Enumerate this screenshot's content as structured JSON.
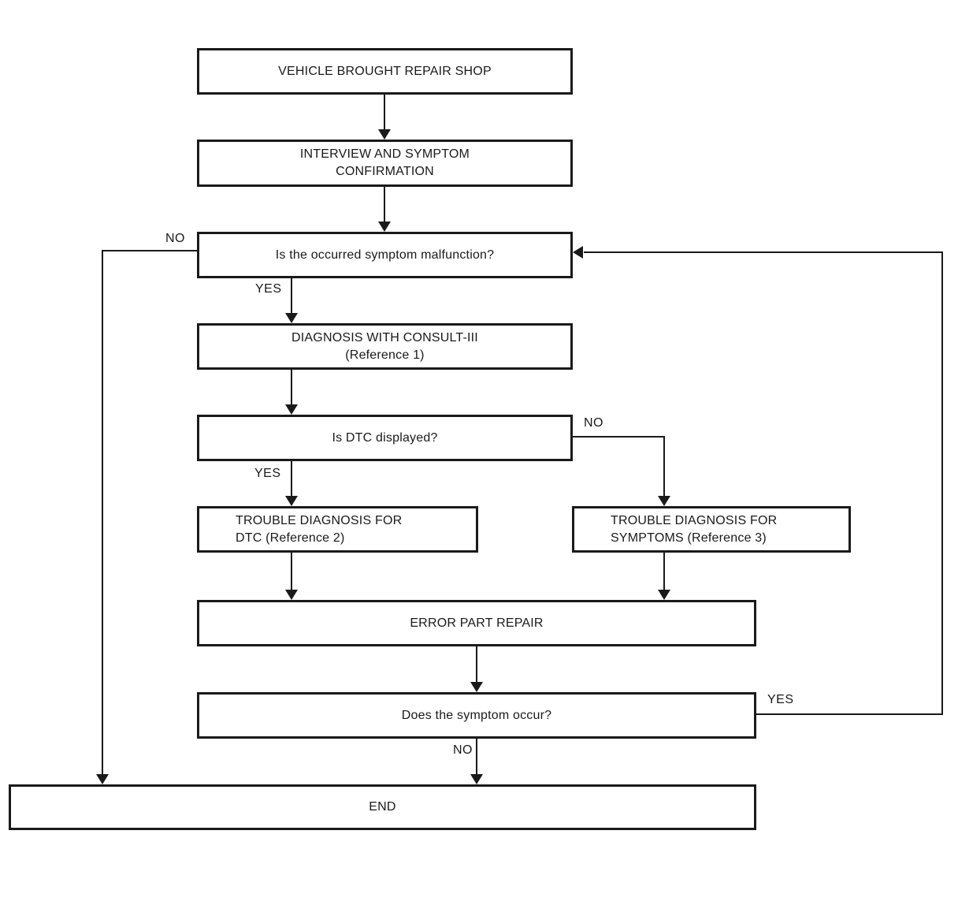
{
  "figure": {
    "background_color": "#ffffff",
    "line_color": "#1a1a1a"
  },
  "nodes": {
    "vehicle": {
      "text": "VEHICLE BROUGHT REPAIR SHOP"
    },
    "interview": {
      "text": "INTERVIEW AND SYMPTOM\nCONFIRMATION"
    },
    "malfunction": {
      "text": "Is the occurred symptom malfunction?"
    },
    "consult": {
      "text": "DIAGNOSIS WITH CONSULT-III\n(Reference 1)"
    },
    "dtc": {
      "text": "Is DTC displayed?"
    },
    "troubleDtc": {
      "text": "TROUBLE DIAGNOSIS FOR\nDTC (Reference 2)"
    },
    "troubleSymptoms": {
      "text": "TROUBLE DIAGNOSIS FOR\nSYMPTOMS (Reference 3)"
    },
    "repair": {
      "text": "ERROR PART REPAIR"
    },
    "occur": {
      "text": "Does the symptom occur?"
    },
    "end": {
      "text": "END"
    }
  },
  "edge_labels": {
    "malfunction_no": "NO",
    "malfunction_yes": "YES",
    "dtc_yes": "YES",
    "dtc_no": "NO",
    "occur_yes": "YES",
    "occur_no": "NO"
  }
}
